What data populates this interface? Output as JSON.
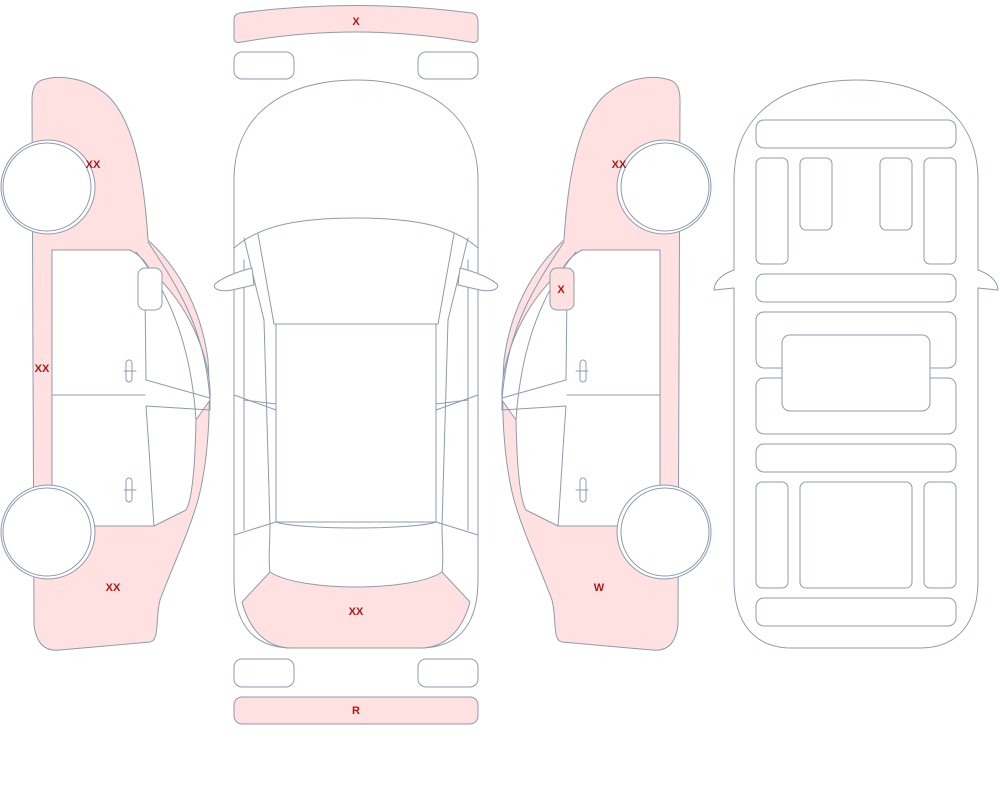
{
  "colors": {
    "outline": "#8d9bad",
    "damage_fill": "#ffe1e1",
    "code_text": "#b01818",
    "background": "#ffffff"
  },
  "damage_codes": {
    "front_bumper": "X",
    "rear_bumper": "R",
    "left_front_fender": "XX",
    "left_rocker": "XX",
    "left_rear_quarter": "XX",
    "hood": "XX",
    "right_front_fender": "XX",
    "right_mirror": "X",
    "right_rear_quarter": "W"
  }
}
